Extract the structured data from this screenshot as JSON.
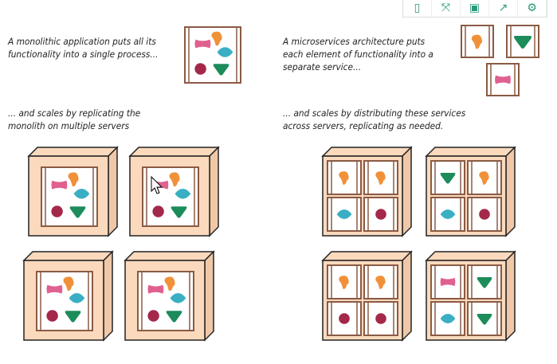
{
  "toolbar": {
    "buttons": [
      {
        "icon": "phone-icon",
        "glyph": "▯"
      },
      {
        "icon": "expand-icon",
        "glyph": "⤧"
      },
      {
        "icon": "save-icon",
        "glyph": "▣"
      },
      {
        "icon": "share-icon",
        "glyph": "↗"
      },
      {
        "icon": "gear-icon",
        "glyph": "⚙"
      }
    ]
  },
  "captions": {
    "monolith_intro": "A monolithic application puts all its functionality into a single process...",
    "monolith_scale": "... and scales by replicating the monolith on multiple servers",
    "micro_intro": "A microservices architecture puts each element of functionality into a separate service...",
    "micro_scale": "... and scales by distributing these services across servers, replicating as needed."
  },
  "colors": {
    "pink": "#e0608f",
    "orange": "#f0913a",
    "blue": "#3aafc4",
    "red": "#a3284a",
    "green": "#1c8c5a",
    "server": "#fbd9bd",
    "frame": "#8a5a44"
  },
  "micro_servers": [
    [
      "orange",
      "orange",
      "blue",
      "red"
    ],
    [
      "green",
      "orange",
      "blue",
      "red"
    ],
    [
      "orange",
      "orange",
      "red",
      "red"
    ],
    [
      "pink",
      "green",
      "blue",
      "green"
    ]
  ]
}
